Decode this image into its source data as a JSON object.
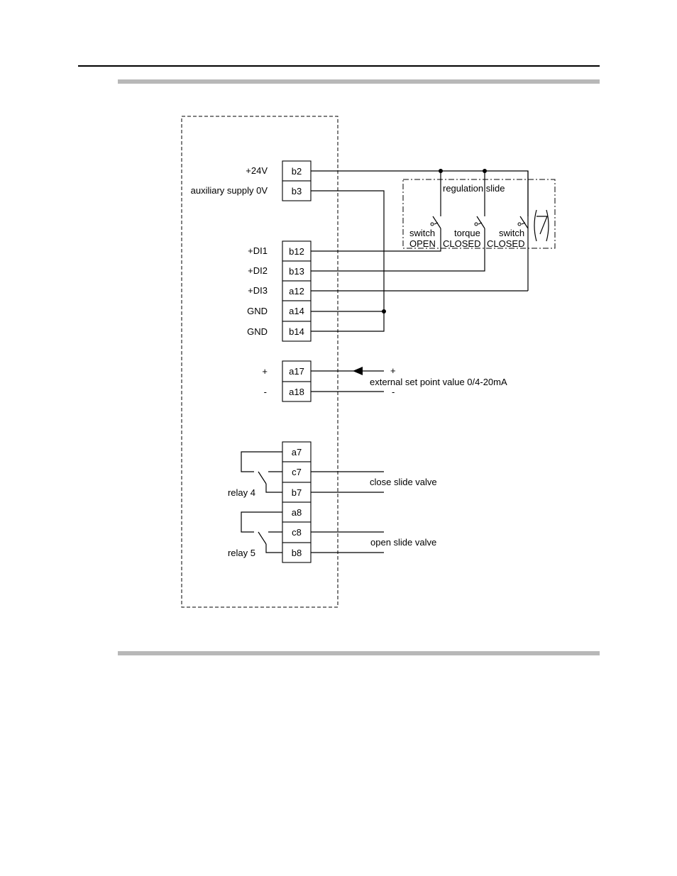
{
  "diagram": {
    "terminals": {
      "b2": "b2",
      "b3": "b3",
      "b12": "b12",
      "b13": "b13",
      "a12": "a12",
      "a14": "a14",
      "b14": "b14",
      "a17": "a17",
      "a18": "a18",
      "a7": "a7",
      "c7": "c7",
      "b7": "b7",
      "a8": "a8",
      "c8": "c8",
      "b8": "b8"
    },
    "labels": {
      "p24v": "+24V",
      "aux": "auxiliary supply 0V",
      "di1": "+DI1",
      "di2": "+DI2",
      "di3": "+DI3",
      "gnd1": "GND",
      "gnd2": "GND",
      "plus_left": "+",
      "minus_left": "-",
      "relay4": "relay 4",
      "relay5": "relay 5"
    },
    "external": {
      "regulation_slide": "regulation slide",
      "sw1_top": "switch",
      "sw1_bottom": "OPEN",
      "sw2_top": "torque",
      "sw2_bottom": "CLOSED",
      "sw3_top": "switch",
      "sw3_bottom": "CLOSED",
      "plus_right": "+",
      "setpoint": "external set point value 0/4-20mA",
      "minus_right": "-",
      "close_valve": "close slide valve",
      "open_valve": "open slide valve"
    }
  }
}
